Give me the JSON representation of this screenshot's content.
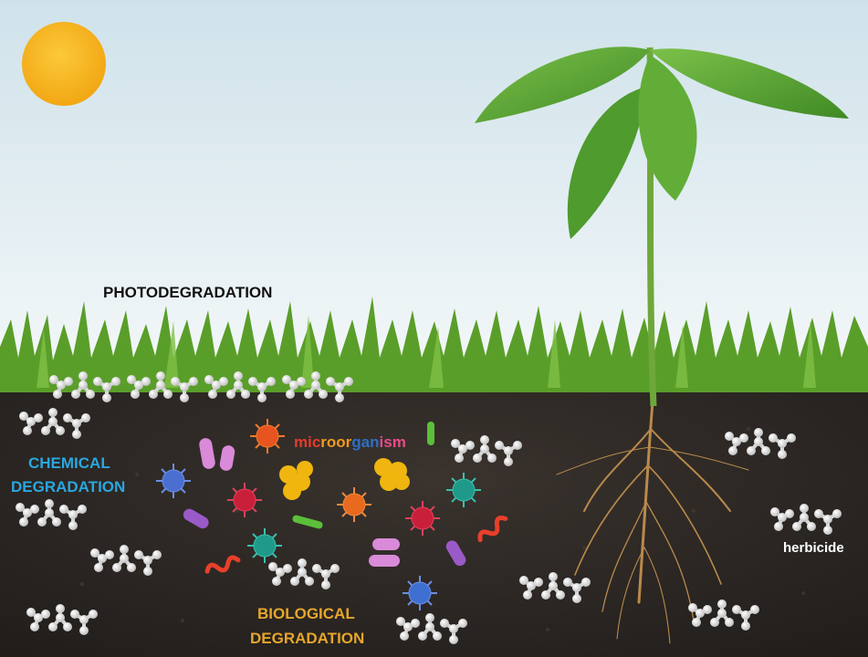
{
  "labels": {
    "photodegradation": "PHOTODEGRADATION",
    "chemical_line1": "CHEMICAL",
    "chemical_line2": "DEGRADATION",
    "biological_line1": "BIOLOGICAL",
    "biological_line2": "DEGRADATION",
    "microorganism_parts": [
      "mic",
      "roor",
      "gan",
      "ism"
    ],
    "herbicide": "herbicide"
  },
  "colors": {
    "sky_top": "#cfe2ea",
    "sky_bottom": "#f4f8f9",
    "sun": "#f5b21c",
    "grass": "#5a9e2a",
    "soil": "#2a2623",
    "leaf": "#4f9b2e",
    "stem": "#6ea83a",
    "root": "#b98a4c",
    "chemical_text": "#2aa7e0",
    "biological_text": "#e7a62b",
    "molecule": "#f2f2f2"
  },
  "icons": [
    "sun-icon",
    "plant-icon",
    "herbicide-molecule-icon",
    "virus-icon",
    "bacteria-icon",
    "worm-icon"
  ]
}
